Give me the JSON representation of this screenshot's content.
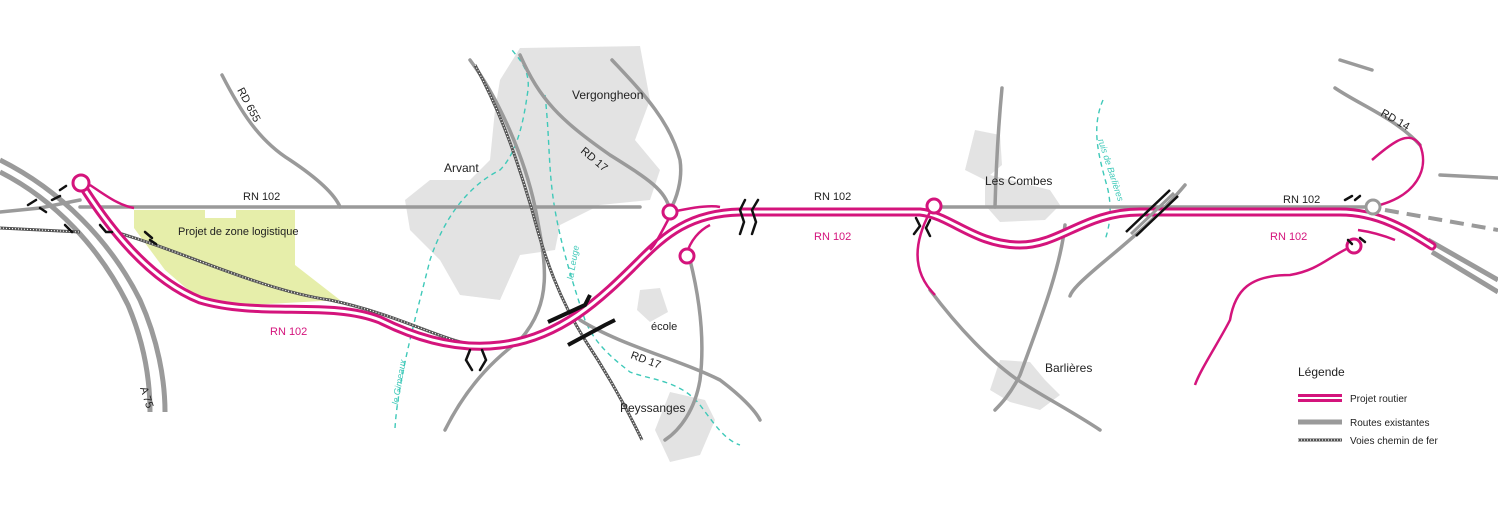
{
  "map": {
    "places": {
      "vergongheon": "Vergongheon",
      "arvant": "Arvant",
      "les_combes": "Les Combes",
      "barlieres": "Barlières",
      "peyssanges": "Peyssanges",
      "ecole": "école"
    },
    "roads": {
      "rd655": "RD 655",
      "rd17_north": "RD 17",
      "rd17_south": "RD 17",
      "rd14": "RD 14",
      "a75": "A 75",
      "rn102_existing_west": "RN 102",
      "rn102_existing_mid": "RN 102",
      "rn102_existing_east": "RN 102",
      "rn102_project_west": "RN 102",
      "rn102_project_mid": "RN 102",
      "rn102_project_east": "RN 102"
    },
    "rivers": {
      "gimeaux": "le Gimeaux",
      "leuge": "la Leuge",
      "barlieres": "ruis de Barlières"
    },
    "zones": {
      "logistique": "Projet de zone logistique"
    },
    "colors": {
      "project_road": "#d4147c",
      "existing_road": "#9a9a9a",
      "railway": "#555555",
      "river": "#3fc9b9",
      "built_area": "#e3e3e3",
      "zone": "#e6eeaa"
    }
  },
  "legend": {
    "title": "Légende",
    "items": [
      {
        "label": "Projet routier"
      },
      {
        "label": "Routes existantes"
      },
      {
        "label": "Voies chemin de fer"
      }
    ]
  }
}
